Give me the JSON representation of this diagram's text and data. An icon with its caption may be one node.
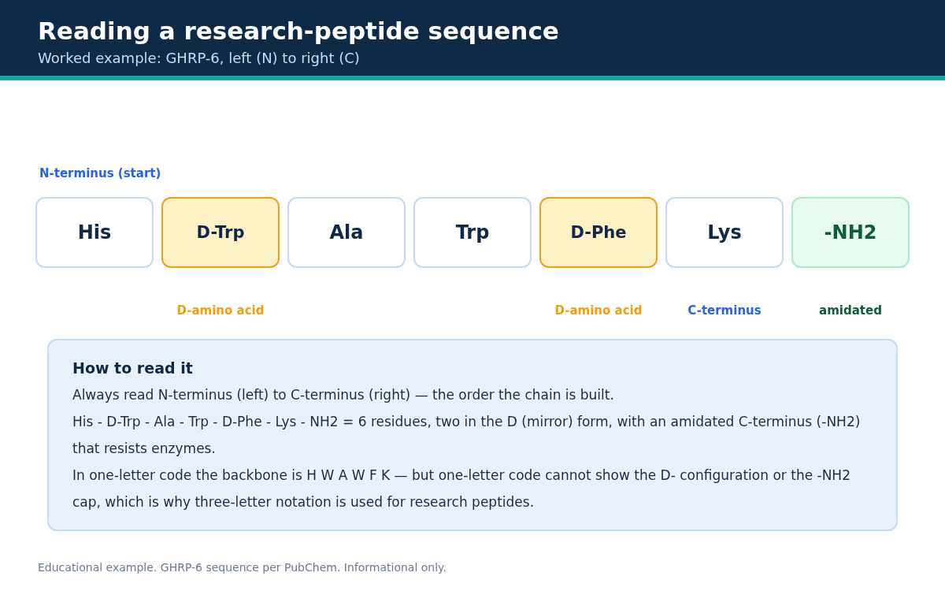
{
  "diagram": {
    "title": "Reading a research-peptide sequence",
    "caption": "Educational example. GHRP-6 sequence per PubChem. Informational only.",
    "nodes": [
      {
        "text": [
          "His"
        ],
        "beside": [
          "N-terminus (start)"
        ]
      },
      {
        "text": [
          "D-Trp"
        ],
        "beside": [
          "D-amino acid"
        ]
      },
      {
        "text": [
          "Ala"
        ]
      },
      {
        "text": [
          "Trp"
        ]
      },
      {
        "text": [
          "D-Phe"
        ],
        "beside": [
          "D-amino acid"
        ]
      },
      {
        "text": [
          "Lys"
        ],
        "beside": [
          "C-terminus"
        ]
      },
      {
        "text": [
          "-NH2"
        ],
        "beside": [
          "amidated"
        ]
      },
      {
        "text": [
          "How to read it",
          "Always read N-terminus (left) to C-terminus (right) — the order the chain is built.",
          "His - D-Trp - Ala - Trp - D-Phe - Lys - NH2 = 6 residues, two in the D (mirror) form, with an amidated C-terminus (-NH2) that resists enzymes.",
          "In one-letter code the backbone is H W A W F K — but one-letter code cannot show the D- configuration or the -NH2 cap, which is why three-letter notation is used for research peptides."
        ]
      }
    ],
    "labels": [
      "Worked example: GHRP-6, left (N) to right (C)"
    ]
  }
}
